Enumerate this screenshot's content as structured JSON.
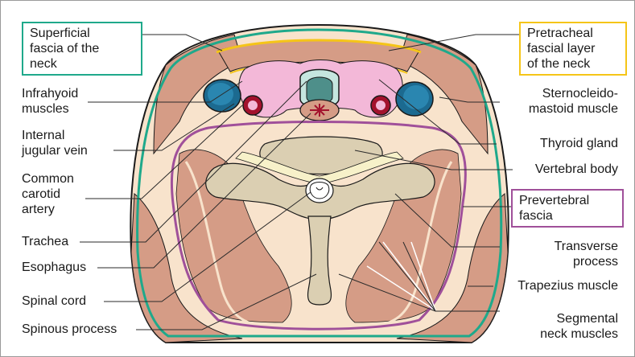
{
  "colors": {
    "superficial_fascia": "#1fa98b",
    "pretracheal_fascia": "#f5c518",
    "prevertebral_fascia": "#a0509a",
    "muscle": "#d59c86",
    "background_tissue": "#f8e3cc",
    "thyroid": "#f3b8d8",
    "vein": "#1c6a90",
    "artery": "#a3122d",
    "bone": "#dbcfb2",
    "leader_line": "#2a2a2a"
  },
  "boxed_labels": {
    "superficial": "Superficial\nfascia of the\nneck",
    "pretracheal": "Pretracheal\nfascial layer\nof the neck",
    "prevertebral": "Prevertebral\nfascia"
  },
  "left_labels": {
    "infrahyoid": "Infrahyoid\nmuscles",
    "jugular": "Internal\njugular vein",
    "carotid": "Common\ncarotid\nartery",
    "trachea": "Trachea",
    "esophagus": "Esophagus",
    "spinal_cord": "Spinal cord",
    "spinous": "Spinous process"
  },
  "right_labels": {
    "scm": "Sterno­cleido-\nmastoid muscle",
    "thyroid": "Thyroid gland",
    "vertebral_body": "Vertebral body",
    "transverse": "Transverse\nprocess",
    "trapezius": "Trapezius muscle",
    "segmental": "Segmental\nneck muscles"
  }
}
